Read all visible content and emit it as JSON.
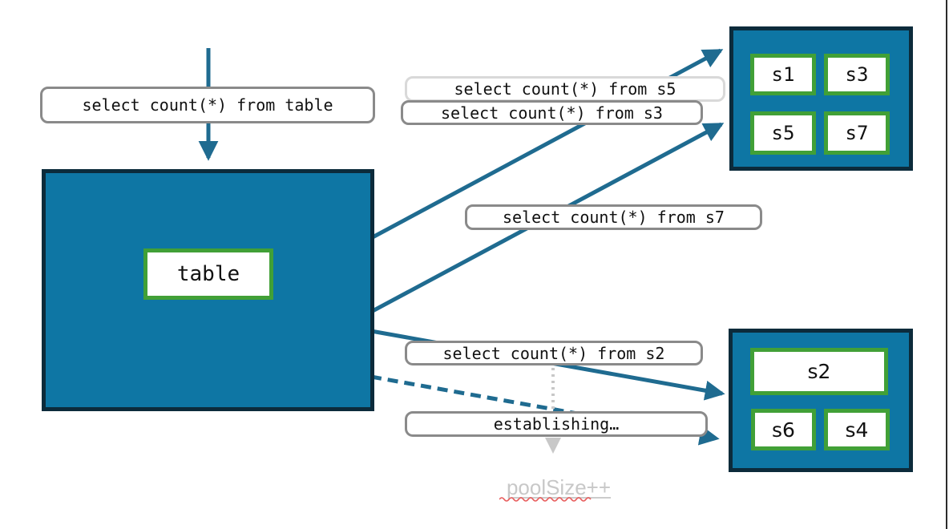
{
  "diagram": {
    "source_label": "table",
    "queries": {
      "table": "select count(*) from table",
      "s5": "select count(*) from s5",
      "s3": "select count(*) from s3",
      "s7": "select count(*) from s7",
      "s2": "select count(*) from s2"
    },
    "status": {
      "establishing": "establishing…",
      "pool_size": "poolSize++"
    },
    "shards_top": [
      "s1",
      "s3",
      "s5",
      "s7"
    ],
    "shards_bottom": [
      "s2",
      "s6",
      "s4"
    ],
    "colors": {
      "teal_fill": "#0e76a4",
      "navy_border": "#0c2b3b",
      "green_border": "#41a037",
      "arrow": "#1f6b90",
      "label_border": "#8a8a8a",
      "label_border_light": "#d9d9d9",
      "muted_text": "#c8c8c8",
      "squiggle_red": "#e85b5b",
      "dotted_gray": "#c8c8c8"
    }
  }
}
